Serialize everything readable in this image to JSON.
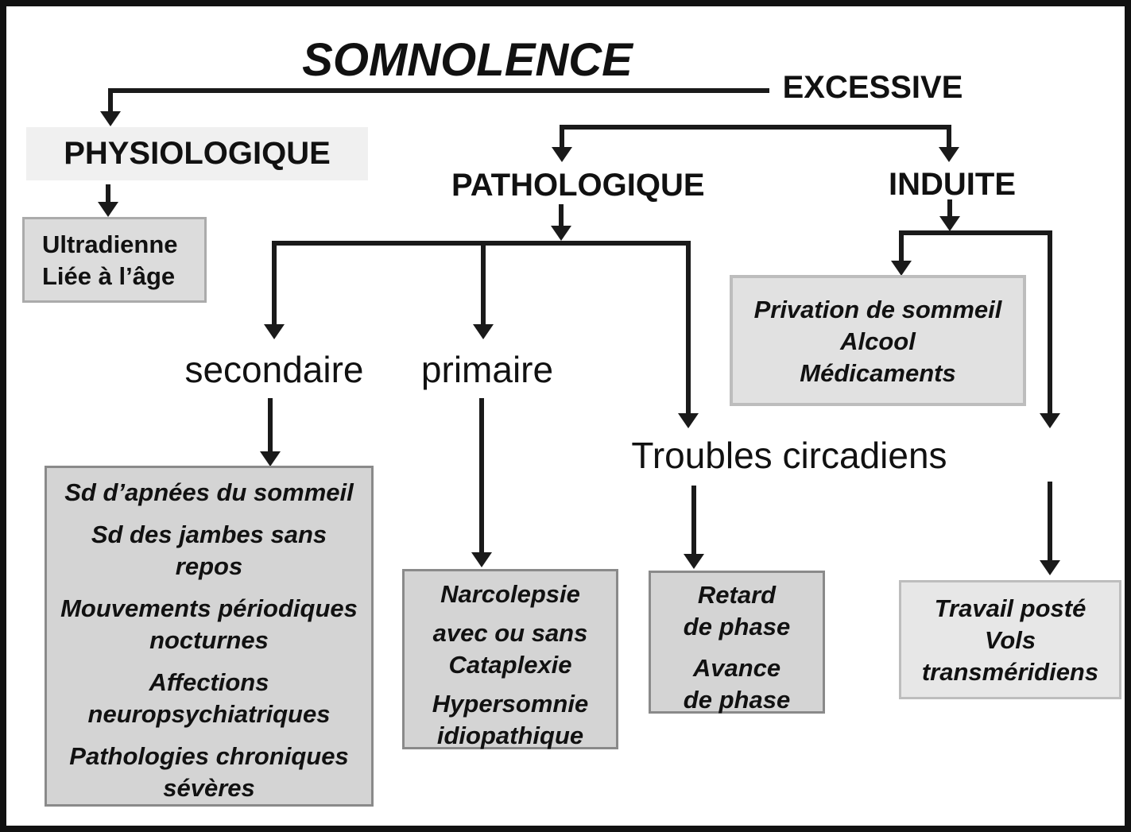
{
  "diagram": {
    "title": "SOMNOLENCE",
    "title_qualifier": "EXCESSIVE",
    "nodes": {
      "physiologique": "PHYSIOLOGIQUE",
      "pathologique": "PATHOLOGIQUE",
      "induite": "INDUITE",
      "secondaire": "secondaire",
      "primaire": "primaire",
      "troubles_circadiens": "Troubles circadiens"
    },
    "boxes": {
      "physiologique_detail": {
        "lines": [
          "Ultradienne",
          "Liée à l’âge"
        ]
      },
      "secondaire_detail": {
        "paragraphs": [
          [
            "Sd d’apnées du sommeil"
          ],
          [
            "Sd des jambes sans",
            "repos"
          ],
          [
            "Mouvements périodiques",
            "nocturnes"
          ],
          [
            "Affections",
            "neuropsychiatriques"
          ],
          [
            "Pathologies chroniques",
            "sévères"
          ]
        ]
      },
      "primaire_detail": {
        "paragraphs": [
          [
            "Narcolepsie"
          ],
          [
            "avec ou sans",
            "Cataplexie"
          ],
          [
            "Hypersomnie",
            "idiopathique"
          ]
        ]
      },
      "circadien_detail": {
        "paragraphs": [
          [
            "Retard",
            "de phase"
          ],
          [
            "Avance",
            "de phase"
          ]
        ]
      },
      "induite_detail": {
        "lines": [
          "Privation de sommeil",
          "Alcool",
          "Médicaments"
        ]
      },
      "induite_detail2": {
        "lines": [
          "Travail posté",
          "Vols",
          "transméridiens"
        ]
      }
    },
    "colors": {
      "line": "#1a1a1a",
      "box_fill_dark": "#d4d4d4",
      "box_fill_light": "#e1e1e1",
      "strip_fill": "#f0f0f0",
      "border": "#111111"
    }
  }
}
